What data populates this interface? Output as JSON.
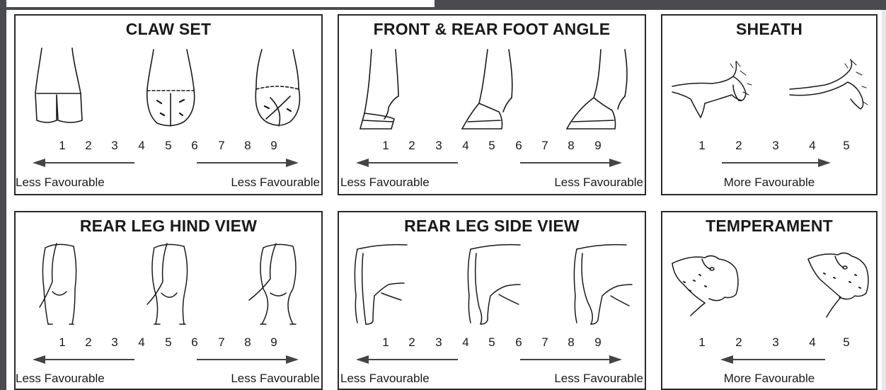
{
  "panels": {
    "claw_set": {
      "title": "CLAW SET",
      "scale": [
        "1",
        "2",
        "3",
        "4",
        "5",
        "6",
        "7",
        "8",
        "9"
      ],
      "left_caption": "Less Favourable",
      "right_caption": "Less Favourable"
    },
    "foot_angle": {
      "title": "FRONT & REAR FOOT ANGLE",
      "scale": [
        "1",
        "2",
        "3",
        "4",
        "5",
        "6",
        "7",
        "8",
        "9"
      ],
      "left_caption": "Less Favourable",
      "right_caption": "Less Favourable"
    },
    "sheath": {
      "title": "SHEATH",
      "scale": [
        "1",
        "2",
        "3",
        "4",
        "5"
      ],
      "center_caption": "More Favourable"
    },
    "rear_leg_hind": {
      "title": "REAR LEG HIND VIEW",
      "scale": [
        "1",
        "2",
        "3",
        "4",
        "5",
        "6",
        "7",
        "8",
        "9"
      ],
      "left_caption": "Less Favourable",
      "right_caption": "Less Favourable"
    },
    "rear_leg_side": {
      "title": "REAR LEG SIDE VIEW",
      "scale": [
        "1",
        "2",
        "3",
        "4",
        "5",
        "6",
        "7",
        "8",
        "9"
      ],
      "left_caption": "Less Favourable",
      "right_caption": "Less Favourable"
    },
    "temperament": {
      "title": "TEMPERAMENT",
      "scale": [
        "1",
        "2",
        "3",
        "4",
        "5"
      ],
      "center_caption": "More Favourable"
    }
  },
  "colors": {
    "frame": "#4a4b4e",
    "ink": "#1a1a1a",
    "arrow": "#444444"
  }
}
